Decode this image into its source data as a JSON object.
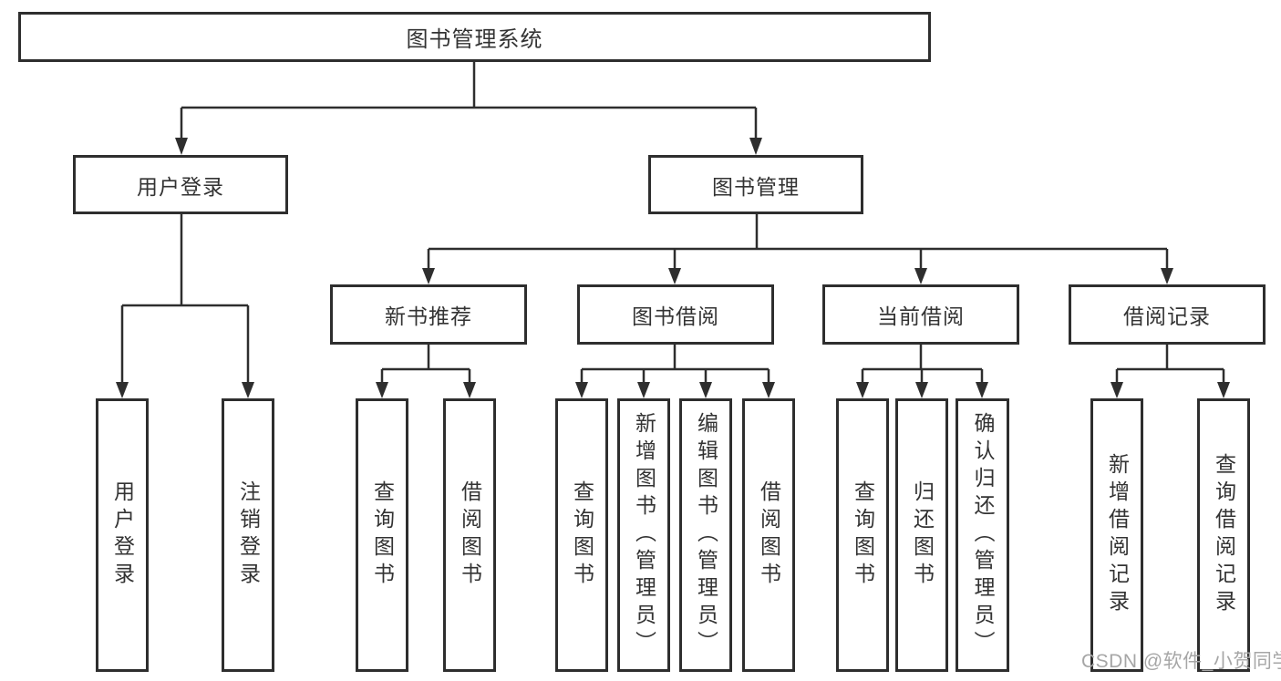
{
  "colors": {
    "bg": "#ffffff",
    "line": "#2e2e2e",
    "text": "#333333",
    "watermark": "#a6a6a6"
  },
  "labels": {
    "root": "图书管理系统",
    "user_login": "用户登录",
    "book_mgmt": "图书管理",
    "new_book_rec": "新书推荐",
    "book_borrow": "图书借阅",
    "current_borrow": "当前借阅",
    "borrow_records": "借阅记录",
    "ul1": "用户登录",
    "ul2": "注销登录",
    "nb1": "查询图书",
    "nb2": "借阅图书",
    "bb1": "查询图书",
    "bb2": "新增图书（管理员）",
    "bb3": "编辑图书（管理员）",
    "bb4": "借阅图书",
    "cb1": "查询图书",
    "cb2": "归还图书",
    "cb3": "确认归还（管理员）",
    "br1": "新增借阅记录",
    "br2": "查询借阅记录"
  },
  "watermark": "CSDN @软件_小贺同学",
  "hierarchy": {
    "root": "图书管理系统",
    "children": [
      {
        "label": "用户登录",
        "children": [
          "用户登录",
          "注销登录"
        ]
      },
      {
        "label": "图书管理",
        "children": [
          {
            "label": "新书推荐",
            "children": [
              "查询图书",
              "借阅图书"
            ]
          },
          {
            "label": "图书借阅",
            "children": [
              "查询图书",
              "新增图书（管理员）",
              "编辑图书（管理员）",
              "借阅图书"
            ]
          },
          {
            "label": "当前借阅",
            "children": [
              "查询图书",
              "归还图书",
              "确认归还（管理员）"
            ]
          },
          {
            "label": "借阅记录",
            "children": [
              "新增借阅记录",
              "查询借阅记录"
            ]
          }
        ]
      }
    ]
  }
}
